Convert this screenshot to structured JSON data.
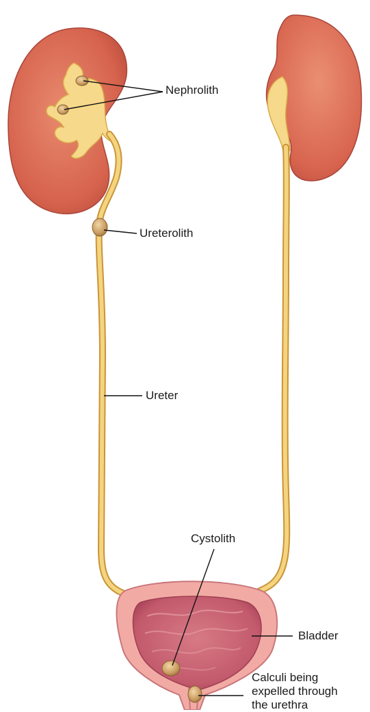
{
  "labels": {
    "nephrolith": "Nephrolith",
    "ureterolith": "Ureterolith",
    "ureter": "Ureter",
    "cystolith": "Cystolith",
    "bladder": "Bladder",
    "calculi": [
      "Calculi being",
      "expelled through",
      "the urethra"
    ]
  },
  "colors": {
    "kidney": "#d8674f",
    "kidney_dark": "#b8463a",
    "pelvis": "#f3d27a",
    "ureter": "#f0c65e",
    "bladder_outer": "#f1a7a2",
    "bladder_inner": "#c45a6e",
    "stone": "#d6b07a",
    "leader": "#111111"
  }
}
